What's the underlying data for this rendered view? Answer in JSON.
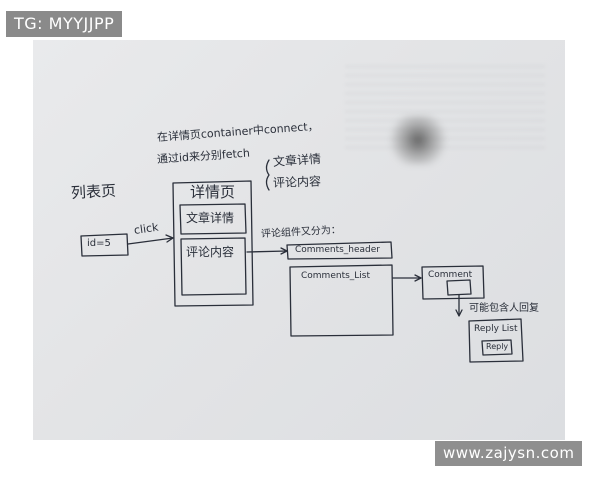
{
  "watermarks": {
    "top_left": "TG: MYYJJPP",
    "bottom_right": "www.zajysn.com"
  },
  "sketch": {
    "list_page_title": "列表页",
    "id_box": "id=5",
    "click_label": "click",
    "top_note_line1": "在详情页container中connect，",
    "top_note_line2": "通过id来分别fetch",
    "fetch_article": "文章详情",
    "fetch_comments": "评论内容",
    "detail_page_title": "详情页",
    "article_detail": "文章详情",
    "comment_content": "评论内容",
    "comment_split_note": "评论组件又分为：",
    "comments_header": "Comments_header",
    "comments_list": "Comments_List",
    "comment": "Comment",
    "reply_note": "可能包含人回复",
    "reply_list": "Reply List",
    "reply": "Reply"
  },
  "colors": {
    "ink": "#2a2f3a",
    "paper": "#e4e5e7",
    "watermark_bg": "#8a8a8a"
  }
}
